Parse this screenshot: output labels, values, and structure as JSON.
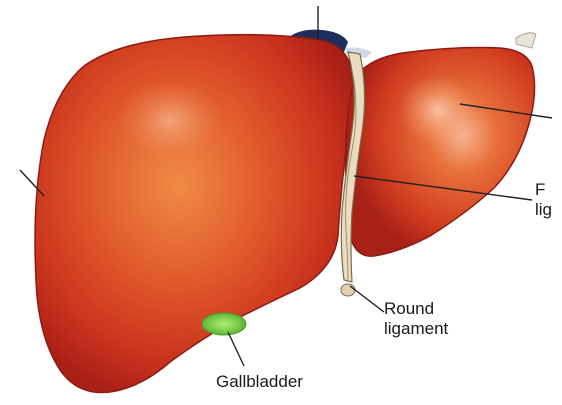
{
  "labels": {
    "gallbladder": "Gallbladder",
    "round_ligament_line1": "Round",
    "round_ligament_line2": "ligament",
    "falciform_line1": "F",
    "falciform_line2": "lig"
  },
  "colors": {
    "liver_dark": "#b3231a",
    "liver_mid": "#d8481f",
    "liver_light": "#ee7a3c",
    "highlight": "#f4b08a",
    "gallbladder": "#7bd64a",
    "ligament": "#e9dcc0",
    "ligament_edge": "#7a6a4a",
    "vessel_blue": "#1d2e5c",
    "leader_line": "#222222",
    "text": "#1a1a1a",
    "background": "#ffffff"
  }
}
